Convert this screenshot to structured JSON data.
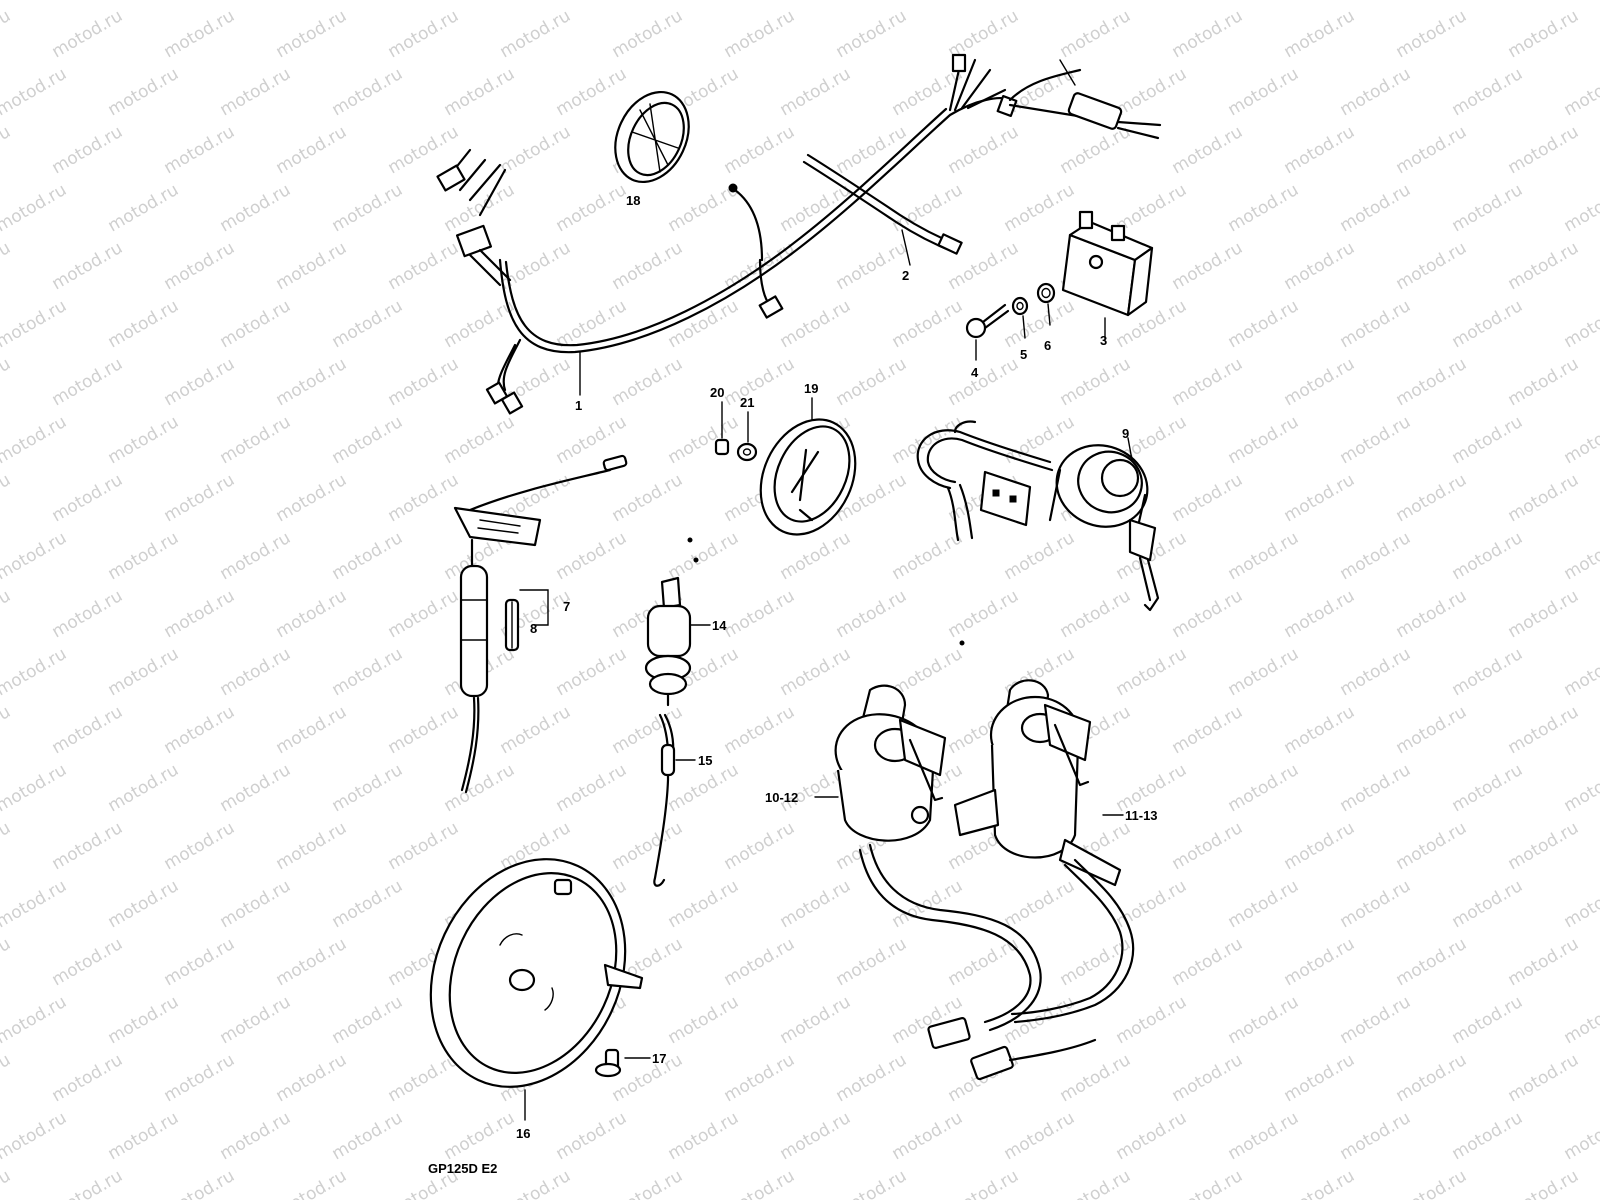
{
  "watermark": "motod.ru",
  "diagram_code": "GP125D E2",
  "labels": {
    "p1": "1",
    "p2": "2",
    "p3": "3",
    "p4": "4",
    "p5": "5",
    "p6": "6",
    "p7": "7",
    "p8": "8",
    "p9": "9",
    "p10_12": "10-12",
    "p11_13": "11-13",
    "p14": "14",
    "p15": "15",
    "p16": "16",
    "p17": "17",
    "p18": "18",
    "p19": "19",
    "p20": "20",
    "p21": "21"
  },
  "colors": {
    "line": "#000000",
    "watermark": "#cfcfcf",
    "background": "#ffffff"
  }
}
